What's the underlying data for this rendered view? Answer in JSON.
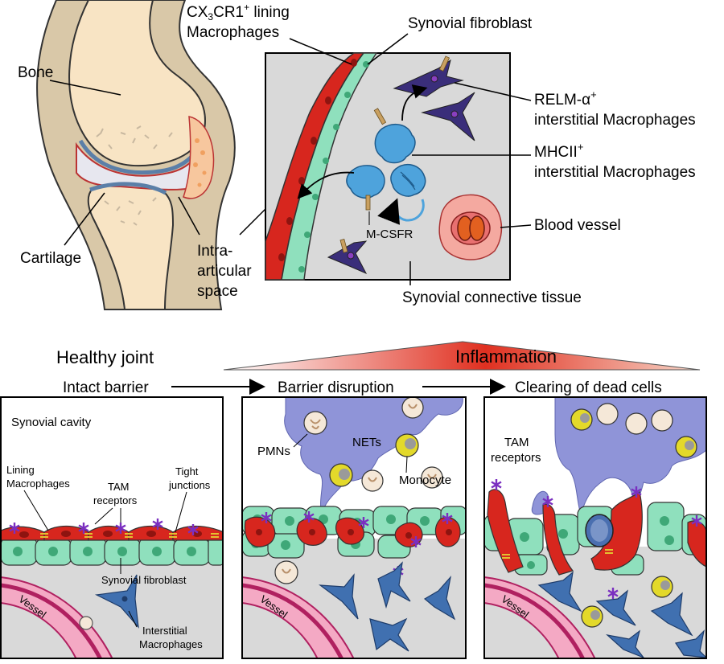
{
  "colors": {
    "bone": "#f8e4c4",
    "bone_outline": "#333333",
    "soft_tissue": "#d8c8ac",
    "cartilage": "#e6e6ee",
    "synovium_red": "#d7261e",
    "fibroblast": "#8fe0bd",
    "fibroblast_nucleus": "#3fa878",
    "tissue_grey": "#d9d9d9",
    "macrophage_blue": "#4ea3dc",
    "relm_purple": "#3a2e7a",
    "vessel_pink": "#f4a9c4",
    "nets_lavender": "#8f94d8",
    "monocyte_yellow": "#e3d92a",
    "inflammation_red": "#e03020",
    "tam_star": "#7a2fc0"
  },
  "top": {
    "joint": {
      "bone": "Bone",
      "cartilage": "Cartilage",
      "intra_1": "Intra-",
      "intra_2": "articular",
      "intra_3": "space"
    },
    "inset": {
      "cx3cr1_prefix": "CX",
      "cx3cr1_sub": "3",
      "cx3cr1_mid": "CR1",
      "cx3cr1_sup": "+",
      "cx3cr1_suffix": " lining",
      "cx3cr1_line2": "Macrophages",
      "synovial_fibroblast": "Synovial fibroblast",
      "relm_line1": "RELM-α",
      "relm_sup": "+",
      "relm_line2": "interstitial Macrophages",
      "mhc_line1": "MHCII",
      "mhc_sup": "+",
      "mhc_line2": "interstitial Macrophages",
      "blood_vessel": "Blood vessel",
      "mcsfr": "M-CSFR",
      "connective": "Synovial connective tissue"
    }
  },
  "middle": {
    "healthy_joint": "Healthy joint",
    "inflammation": "Inflammation",
    "stage_1": "Intact barrier",
    "stage_2": "Barrier disruption",
    "stage_3": "Clearing of dead cells"
  },
  "panels": {
    "p1": {
      "synovial_cavity": "Synovial cavity",
      "lining_1": "Lining",
      "lining_2": "Macrophages",
      "tam_1": "TAM",
      "tam_2": "receptors",
      "tight_1": "Tight",
      "tight_2": "junctions",
      "fibroblast": "Synovial fibroblast",
      "vessel": "Vessel",
      "interstitial_1": "Interstitial",
      "interstitial_2": "Macrophages"
    },
    "p2": {
      "nets": "NETs",
      "pmns": "PMNs",
      "monocyte": "Monocyte",
      "vessel": "Vessel"
    },
    "p3": {
      "tam_1": "TAM",
      "tam_2": "receptors",
      "vessel": "Vessel"
    }
  }
}
